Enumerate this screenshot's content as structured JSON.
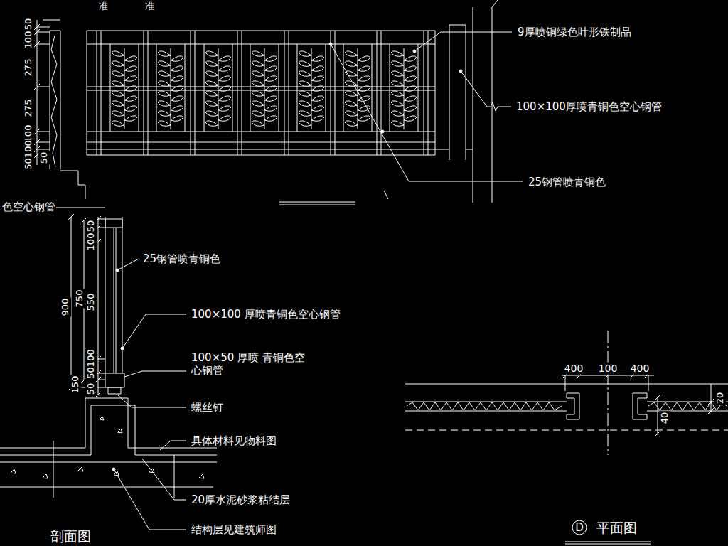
{
  "diagram": {
    "labels": [
      "准",
      "准",
      "9厚喷铜绿色叶形铁制品",
      "100×100厚喷青铜色空心钢管",
      "25钢管喷青铜色",
      "50",
      "100",
      "275",
      "275",
      "100",
      "50100",
      "50",
      "色空心钢管",
      "50",
      "100",
      "900",
      "750",
      "550",
      "50100",
      "150",
      "50",
      "25钢管喷青铜色",
      "100×100 厚喷青铜色空心钢管",
      "100×50 厚喷 青铜色空心钢管",
      "螺丝钉",
      "具体材料见物料图",
      "20厚水泥砂浆粘结层",
      "结构层见建筑师图",
      "剖面图",
      "400",
      "100",
      "400",
      "20",
      "40",
      "D",
      "平面图"
    ]
  }
}
